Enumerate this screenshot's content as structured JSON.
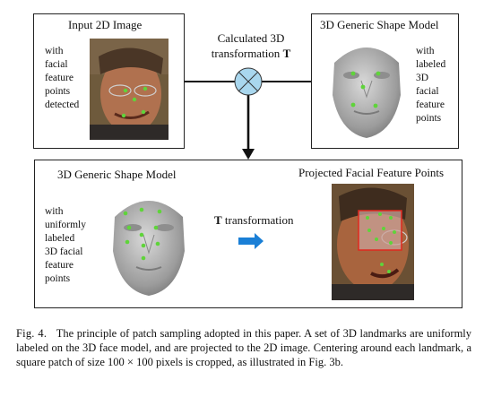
{
  "box_input": {
    "title": "Input 2D Image",
    "desc": [
      "with",
      "facial",
      "feature",
      "points",
      "detected"
    ]
  },
  "box_model_top": {
    "title": "3D Generic Shape Model",
    "desc": [
      "with",
      "labeled",
      "3D",
      "facial",
      "feature",
      "points"
    ]
  },
  "transform": {
    "line1": "Calculated 3D",
    "line2_prefix": "transformation ",
    "line2_symbol": "T"
  },
  "box_model_bottom": {
    "title": "3D Generic Shape Model",
    "desc": [
      "with",
      "uniformly",
      "labeled",
      "3D facial",
      "feature",
      "points"
    ]
  },
  "arrow_label": {
    "symbol": "T",
    "text": " transformation"
  },
  "projected": {
    "title": "Projected Facial Feature Points"
  },
  "caption": {
    "label": "Fig. 4.",
    "text": "The principle of patch sampling adopted in this paper. A set of 3D landmarks are uniformly labeled on the 3D face model, and are projected to the 2D image. Centering around each landmark, a square patch of size 100 × 100 pixels is cropped, as illustrated in Fig. 3b."
  },
  "colors": {
    "landmark": "#5fd43a",
    "patch_border": "#e0281e",
    "arrow_blue": "#1a7fd6",
    "junction_fill": "#a9d7ee"
  }
}
